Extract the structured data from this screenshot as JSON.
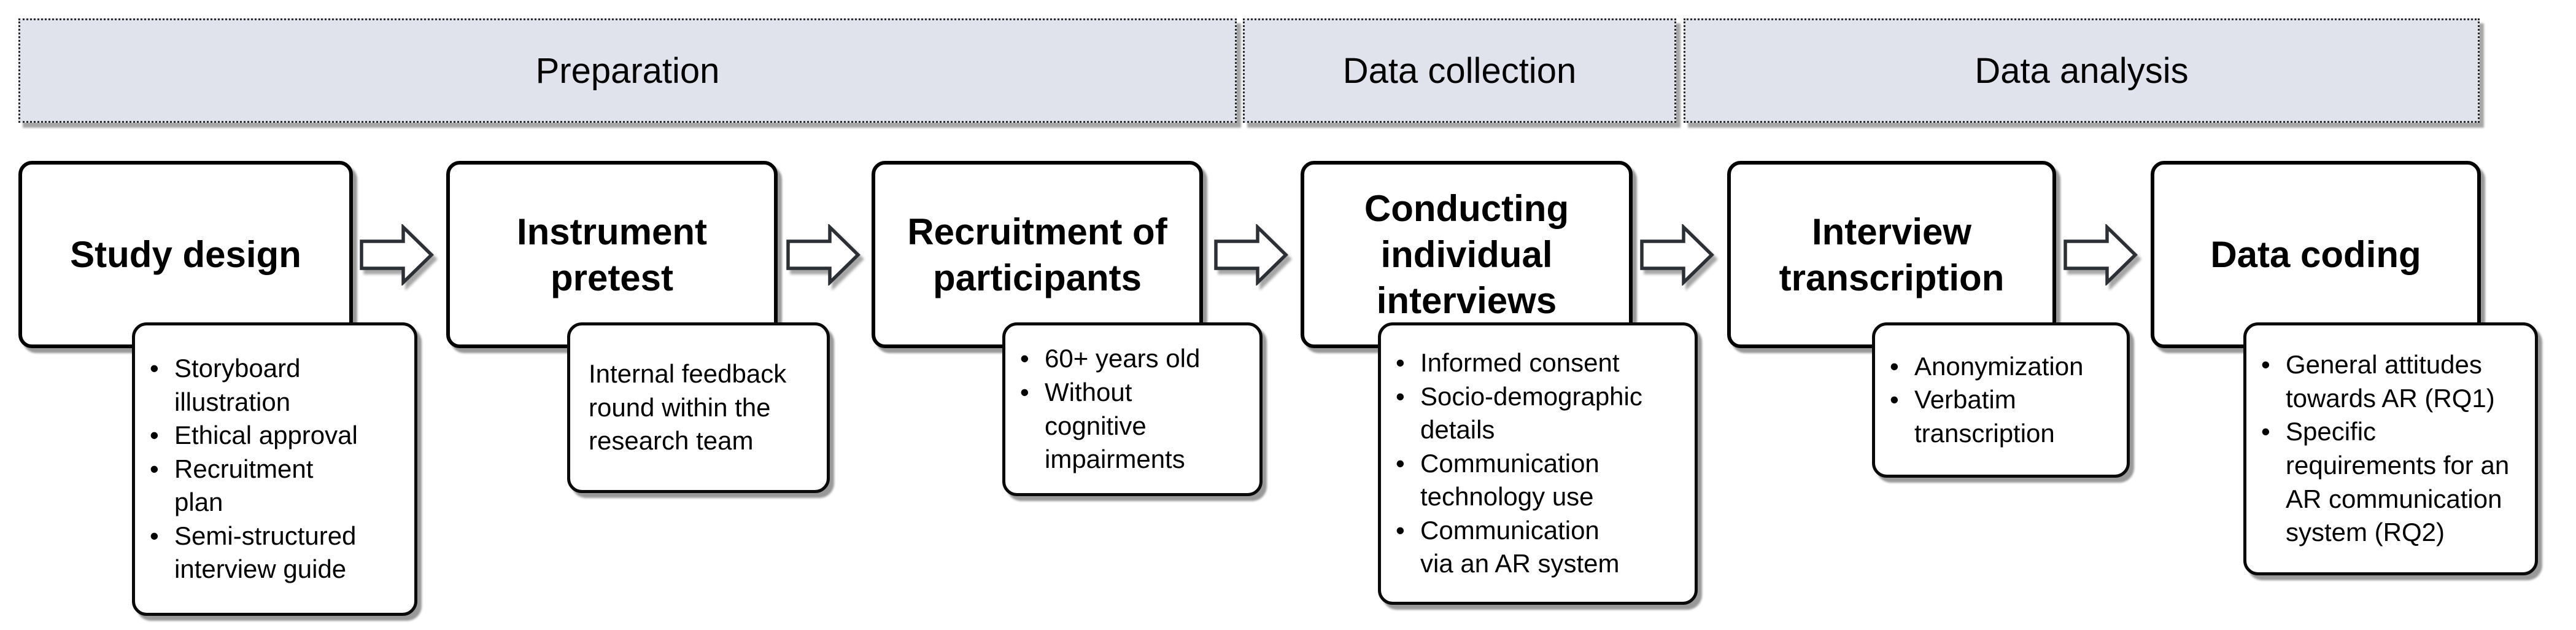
{
  "figure": {
    "background": "#ffffff",
    "header_fill": "#e0e3eb",
    "box_border_color": "#000000",
    "arrow_stroke": "#2b3036"
  },
  "phase_headers": [
    {
      "label": "Preparation"
    },
    {
      "label": "Data collection"
    },
    {
      "label": "Data analysis"
    }
  ],
  "steps": [
    {
      "title": "Study design",
      "details": [
        "Storyboard\nillustration",
        "Ethical approval",
        "Recruitment\nplan",
        "Semi-structured\ninterview guide"
      ]
    },
    {
      "title": "Instrument\npretest",
      "plain_detail": "Internal feedback\nround within the\nresearch team"
    },
    {
      "title": "Recruitment of\nparticipants",
      "details": [
        "60+ years old",
        "Without\ncognitive\nimpairments"
      ]
    },
    {
      "title": "Conducting\nindividual\ninterviews",
      "details": [
        "Informed consent",
        "Socio-demographic\ndetails",
        "Communication\ntechnology use",
        "Communication\nvia an AR system"
      ]
    },
    {
      "title": "Interview\ntranscription",
      "details": [
        "Anonymization",
        "Verbatim\ntranscription"
      ]
    },
    {
      "title": "Data coding",
      "details": [
        "General attitudes\ntowards AR (RQ1)",
        "Specific\nrequirements for an\nAR communication\nsystem (RQ2)"
      ]
    }
  ]
}
